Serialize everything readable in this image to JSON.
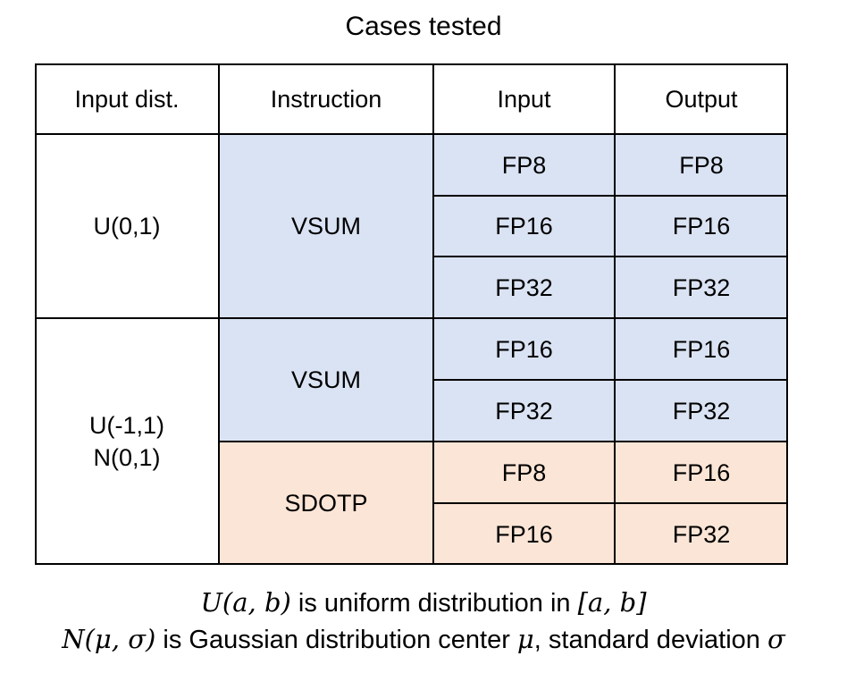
{
  "title": "Cases tested",
  "colors": {
    "blue_fill": "#dae3f3",
    "orange_fill": "#fbe5d6",
    "border": "#000000"
  },
  "table": {
    "headers": [
      "Input dist.",
      "Instruction",
      "Input",
      "Output"
    ],
    "groups": [
      {
        "distribution": "U(0,1)",
        "instructions": [
          {
            "name": "VSUM",
            "color": "blue",
            "rows": [
              {
                "input": "FP8",
                "output": "FP8"
              },
              {
                "input": "FP16",
                "output": "FP16"
              },
              {
                "input": "FP32",
                "output": "FP32"
              }
            ]
          }
        ]
      },
      {
        "distribution": "U(-1,1)\nN(0,1)",
        "instructions": [
          {
            "name": "VSUM",
            "color": "blue",
            "rows": [
              {
                "input": "FP16",
                "output": "FP16"
              },
              {
                "input": "FP32",
                "output": "FP32"
              }
            ]
          },
          {
            "name": "SDOTP",
            "color": "orange",
            "rows": [
              {
                "input": "FP8",
                "output": "FP16"
              },
              {
                "input": "FP16",
                "output": "FP32"
              }
            ]
          }
        ]
      }
    ]
  },
  "footnotes": {
    "line1": {
      "math": "U(a, b)",
      "text": " is uniform distribution in ",
      "math2": "[a, b]"
    },
    "line2": {
      "math": "N(μ, σ)",
      "text": " is Gaussian distribution center ",
      "math2": "μ",
      "text2": ", standard deviation ",
      "math3": "σ"
    }
  }
}
